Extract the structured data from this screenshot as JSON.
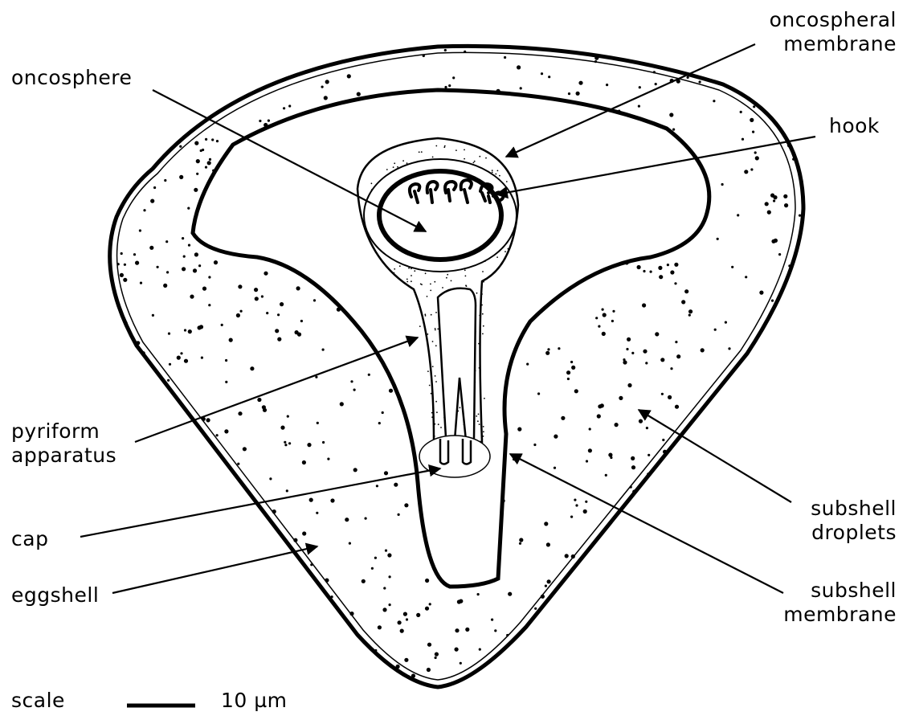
{
  "labels": {
    "oncosphere": "oncosphere",
    "oncospheral_membrane": [
      "oncospheral",
      "membrane"
    ],
    "hook": "hook",
    "pyriform_apparatus": [
      "pyriform",
      "apparatus"
    ],
    "cap": "cap",
    "eggshell": "eggshell",
    "subshell_droplets": [
      "subshell",
      "droplets"
    ],
    "subshell_membrane": [
      "subshell",
      "membrane"
    ]
  },
  "scale": {
    "word": "scale",
    "value": "10 µm"
  }
}
